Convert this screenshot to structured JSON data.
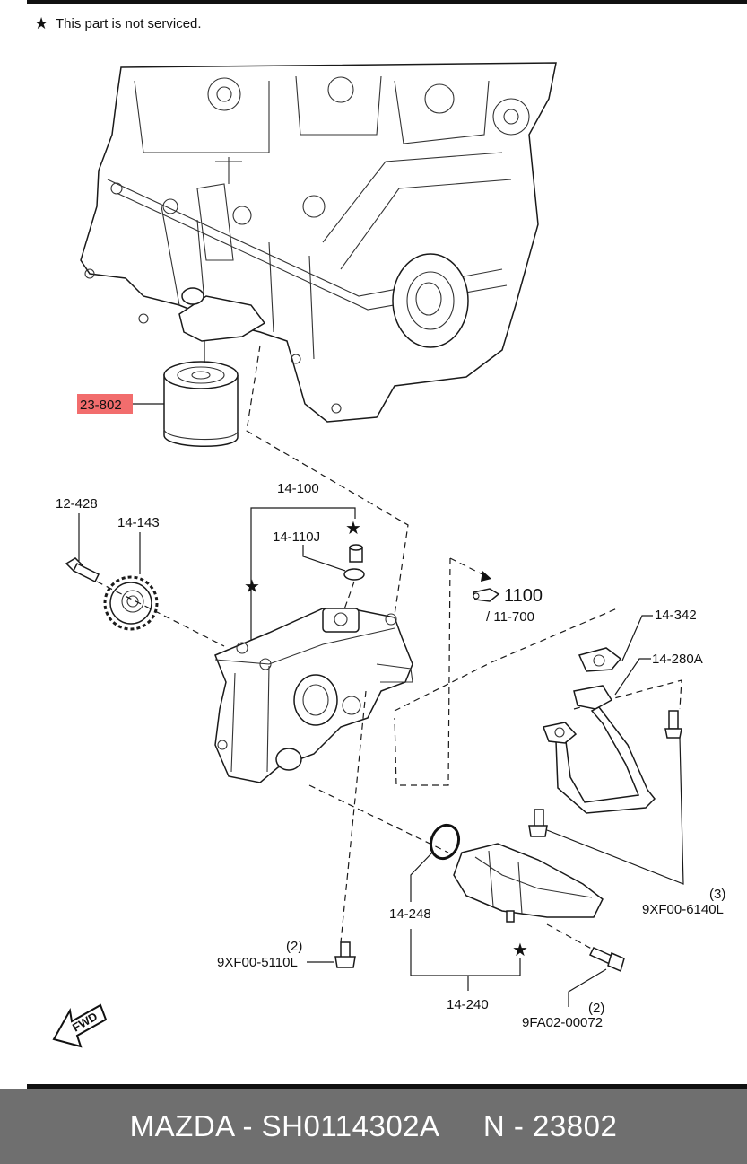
{
  "header": {
    "note_star": "★",
    "note_text": "This part is not serviced."
  },
  "highlight_color": "#f26d6d",
  "labels": {
    "oil_filter": "23-802",
    "bolt_12_428": "12-428",
    "sprocket": "14-143",
    "oil_pump_assy": "14-100",
    "oil_pump_part": "14-110J",
    "ref_section": "1100",
    "ref_sub": "/ 11-700",
    "gasket_342": "14-342",
    "pipe_280a": "14-280A",
    "bolt_6140_qty": "(3)",
    "bolt_6140": "9XF00-6140L",
    "oring_248": "14-248",
    "strainer_240": "14-240",
    "bolt_5110_qty": "(2)",
    "bolt_5110": "9XF00-5110L",
    "bolt_00072_qty": "(2)",
    "bolt_00072": "9FA02-00072",
    "fwd": "FWD",
    "star": "★"
  },
  "footer": {
    "brand_part": "MAZDA - SH0114302A",
    "diagram_no": "N - 23802"
  }
}
